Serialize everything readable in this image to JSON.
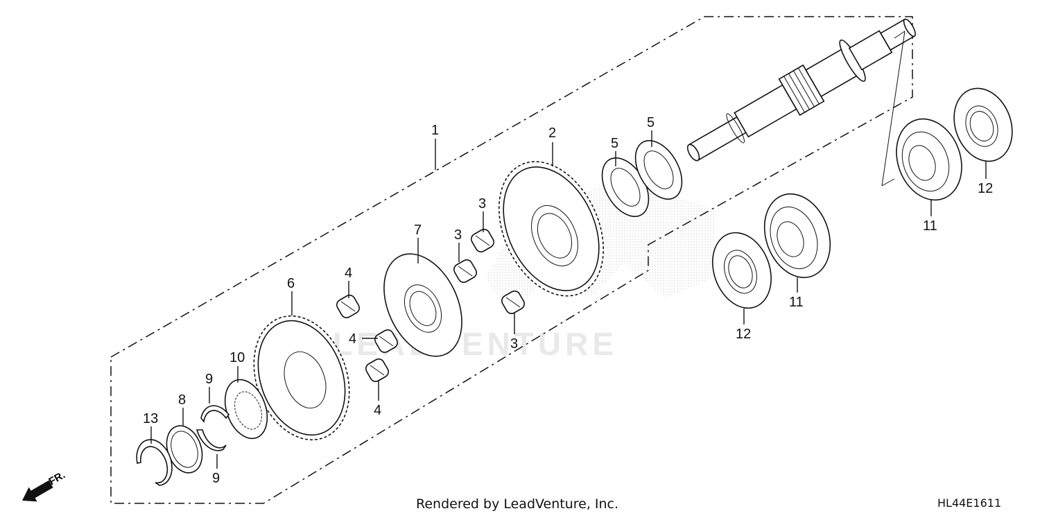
{
  "diagram": {
    "watermark_brand": "LEADVENTURE",
    "front_indicator": "FR.",
    "callouts": {
      "p1": "1",
      "p2": "2",
      "p3a": "3",
      "p3b": "3",
      "p3c": "3",
      "p4a": "4",
      "p4b": "4",
      "p4c": "4",
      "p5a": "5",
      "p5b": "5",
      "p6": "6",
      "p7": "7",
      "p8": "8",
      "p9a": "9",
      "p9b": "9",
      "p10": "10",
      "p11a": "11",
      "p11b": "11",
      "p12a": "12",
      "p12b": "12",
      "p13": "13"
    }
  },
  "footer": {
    "credit": "Rendered by LeadVenture, Inc.",
    "code": "HL44E1611"
  }
}
